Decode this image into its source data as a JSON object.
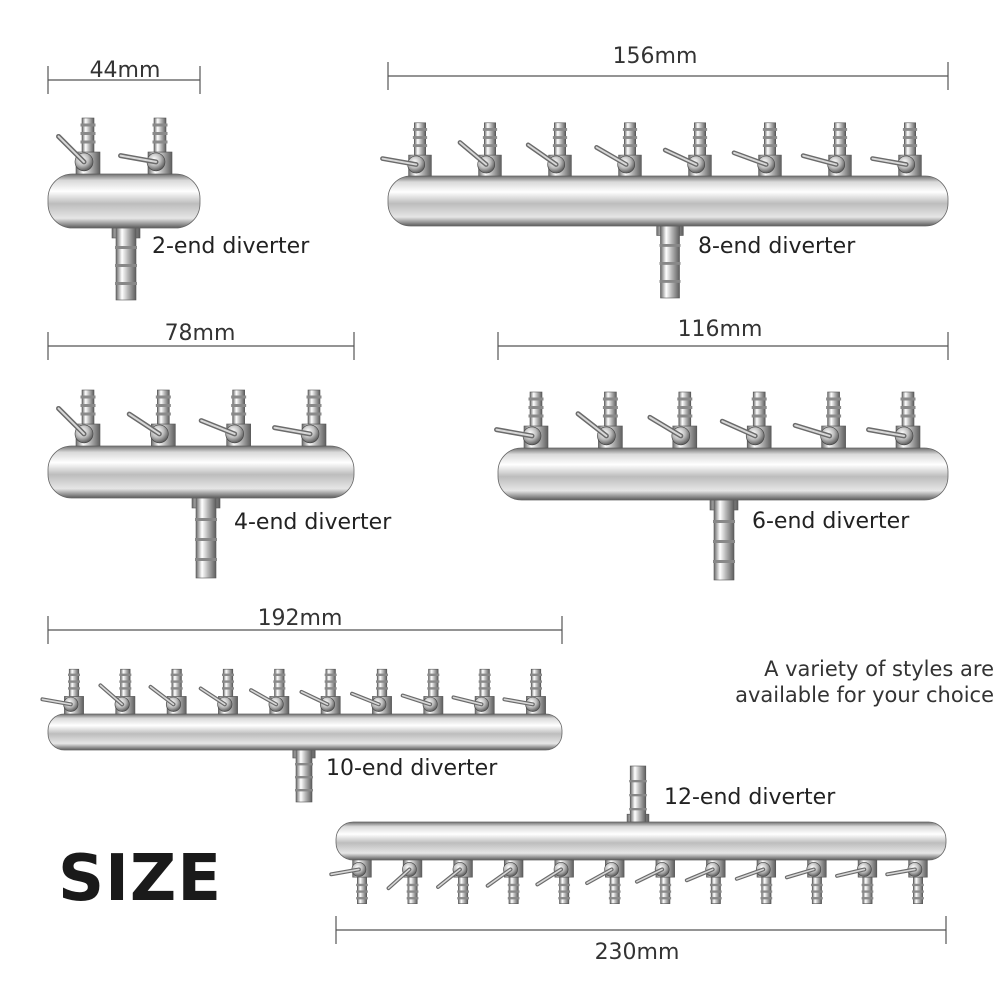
{
  "products": [
    {
      "dimension": "44mm",
      "name": "2-end diverter"
    },
    {
      "dimension": "156mm",
      "name": "8-end diverter"
    },
    {
      "dimension": "78mm",
      "name": "4-end diverter"
    },
    {
      "dimension": "116mm",
      "name": "6-end diverter"
    },
    {
      "dimension": "192mm",
      "name": "10-end diverter"
    },
    {
      "dimension": "230mm",
      "name": "12-end diverter"
    }
  ],
  "title": "SIZE",
  "tagline": {
    "line1": "A variety of styles are",
    "line2": "available for your choice"
  },
  "colors": {
    "metal_light": "#f4f4f4",
    "metal_mid": "#b9b9b9",
    "metal_dark": "#5a5a5a",
    "dimension_line": "#555555"
  }
}
